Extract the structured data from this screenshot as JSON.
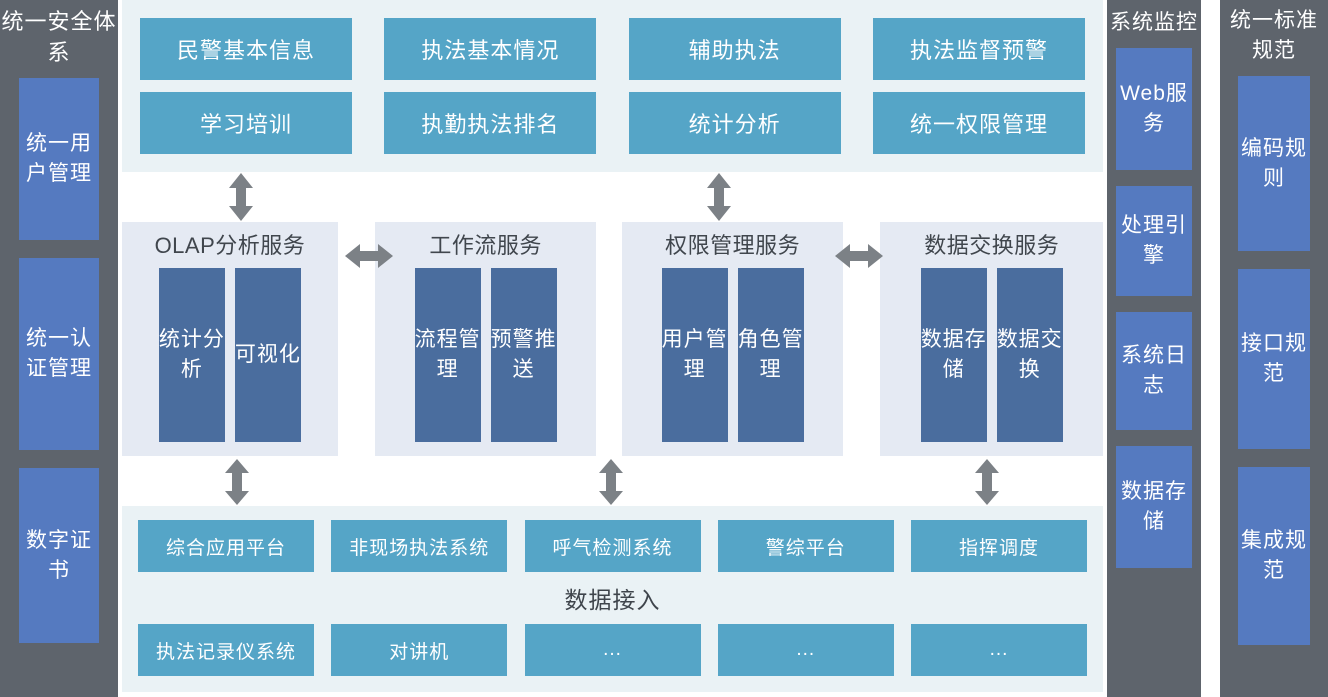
{
  "colors": {
    "rail_bg": "#5e646c",
    "rail_box": "#557ac0",
    "panel_light": "#eaf2f5",
    "teal_box": "#55a5c7",
    "service_panel": "#e5eaf3",
    "service_box": "#4a6d9e",
    "arrow": "#7c8186",
    "title_text": "#40464d"
  },
  "left_rail": {
    "title": "统一安全体系",
    "items": [
      {
        "label": "统一用户管理"
      },
      {
        "label": "统一认证管理"
      },
      {
        "label": "数字证书"
      }
    ]
  },
  "application_layer": {
    "rows": [
      [
        {
          "label": "民警基本信息"
        },
        {
          "label": "执法基本情况"
        },
        {
          "label": "辅助执法"
        },
        {
          "label": "执法监督预警"
        }
      ],
      [
        {
          "label": "学习培训"
        },
        {
          "label": "执勤执法排名"
        },
        {
          "label": "统计分析"
        },
        {
          "label": "统一权限管理"
        }
      ]
    ]
  },
  "service_layer": {
    "panels": [
      {
        "title": "OLAP分析服务",
        "boxes": [
          {
            "label": "统计分析"
          },
          {
            "label": "可视化"
          }
        ]
      },
      {
        "title": "工作流服务",
        "boxes": [
          {
            "label": "流程管理"
          },
          {
            "label": "预警推送"
          }
        ]
      },
      {
        "title": "权限管理服务",
        "boxes": [
          {
            "label": "用户管理"
          },
          {
            "label": "角色管理"
          }
        ]
      },
      {
        "title": "数据交换服务",
        "boxes": [
          {
            "label": "数据存储"
          },
          {
            "label": "数据交换"
          }
        ]
      }
    ]
  },
  "data_layer": {
    "label": "数据接入",
    "rows": [
      [
        {
          "label": "综合应用平台"
        },
        {
          "label": "非现场执法系统"
        },
        {
          "label": "呼气检测系统"
        },
        {
          "label": "警综平台"
        },
        {
          "label": "指挥调度"
        }
      ],
      [
        {
          "label": "执法记录仪系统"
        },
        {
          "label": "对讲机"
        },
        {
          "label": "..."
        },
        {
          "label": "..."
        },
        {
          "label": "..."
        }
      ]
    ]
  },
  "monitor_rail": {
    "title": "系统监控",
    "items": [
      {
        "label": "Web服务"
      },
      {
        "label": "处理引擎"
      },
      {
        "label": "系统日志"
      },
      {
        "label": "数据存储"
      }
    ]
  },
  "standard_rail": {
    "title": "统一标准规范",
    "items": [
      {
        "label": "编码规则"
      },
      {
        "label": "接口规范"
      },
      {
        "label": "集成规范"
      }
    ]
  }
}
